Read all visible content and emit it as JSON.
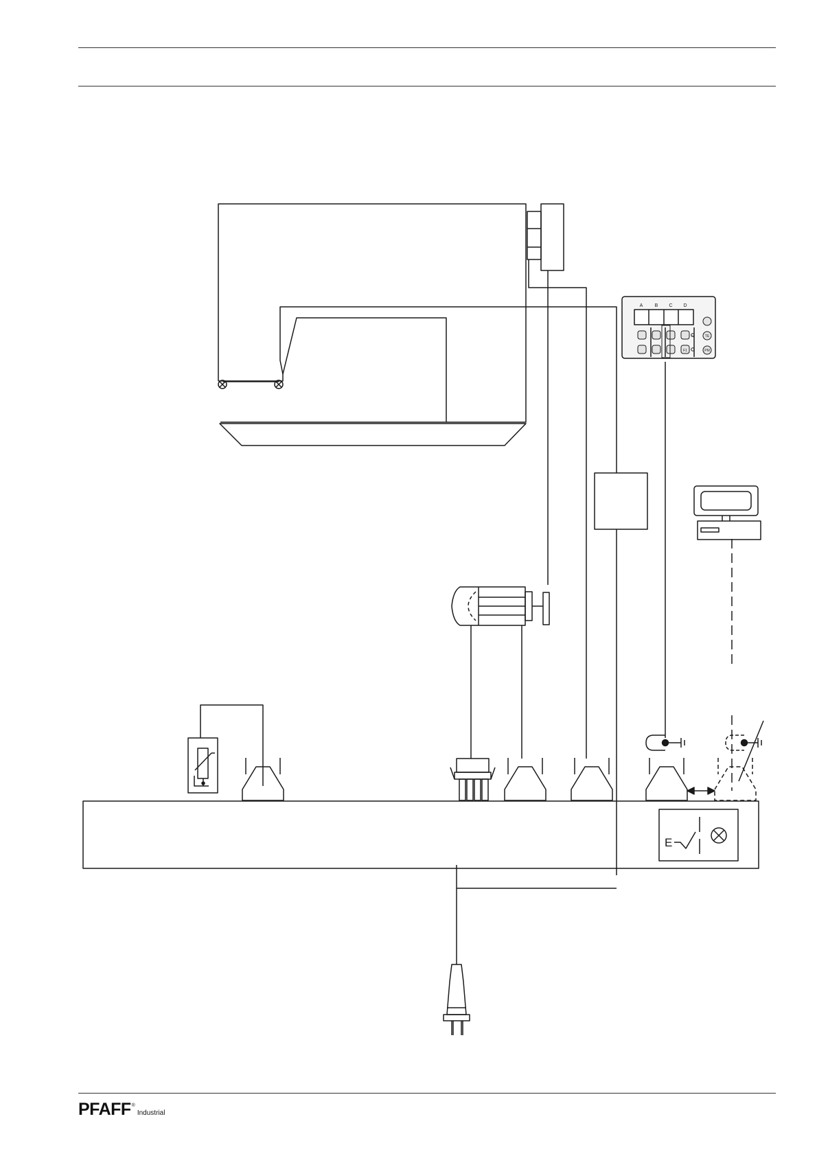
{
  "footer": {
    "brand_name": "PFAFF",
    "brand_mark": "®",
    "brand_suffix": "Industrial"
  },
  "diagram": {
    "components": [
      "sewing-machine",
      "handwheel-sensor",
      "control-panel",
      "junction-box",
      "pc-monitor",
      "drive-motor",
      "potentiometer",
      "connector-plugs",
      "control-box",
      "main-switch",
      "mains-plug"
    ]
  },
  "control_panel": {
    "column_labels": [
      "A",
      "B",
      "C",
      "D"
    ],
    "key_labels": [
      "TE",
      "F1",
      "F2",
      "PM"
    ]
  },
  "main_switch": {
    "label": "E"
  },
  "colors": {
    "line": "#1a1a1a",
    "panel_fill": "#f4f4f4",
    "key_fill": "#e4e4e4"
  }
}
